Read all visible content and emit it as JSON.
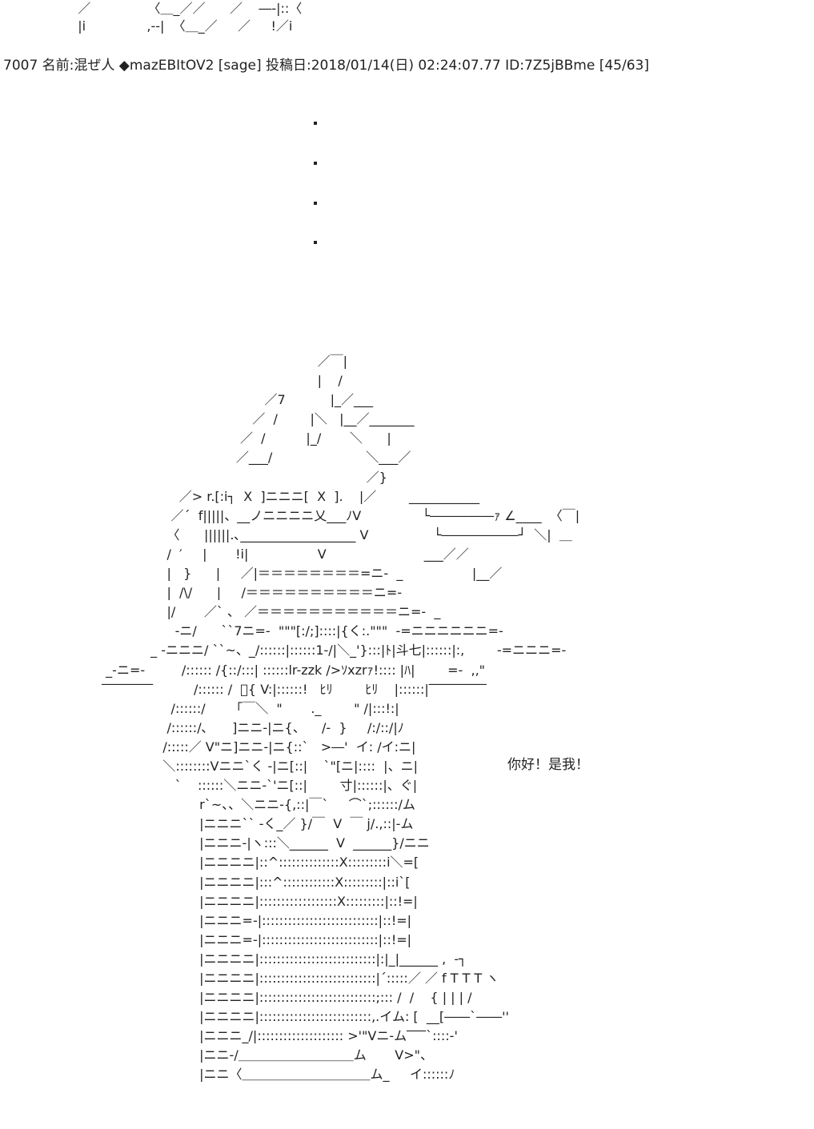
{
  "art_top": "   ／              〈＿_／／      ／    ―‐|::〈\n   |i               ,--|  〈＿_／     ／     !／i",
  "post_header": "7007 名前:混ぜ人 ◆mazEBItOV2 [sage] 投稿日:2018/01/14(日) 02:24:07.77 ID:7Z5jBBme [45/63]",
  "dots": [
    ".",
    ".",
    ".",
    "."
  ],
  "art_main": "                                                      ／￣|\n                                                      |    /\n                                         ／7           |_／___\n                                      ／  /        |＼   |__／_______\n                                   ／  /          |_/       ＼      |\n                                  ／___/                       ＼___／\n                                                                  ／}\n                    ／> r.[:i┐  X  ]ニニニ[  X  ].    |／        ___________\n                  ／´  f|||||、__ノニニニニ乂___ﾉV               └―――――ｧ ∠____  〈￣|\n                 〈      ||||||.､__________________ V                └――――――┘  ＼|  ＿\n                 /  ′     |       !i|                 V                        ___／／\n                 |   }      |     ／|＝＝＝＝＝＝＝＝=ニ-  _                 |__／\n                 |  /\\/      |     /＝＝＝＝＝＝＝＝＝＝ニ=-\n                 |/       ／` 、 ／＝＝＝＝＝＝＝＝＝＝＝ニ=-  _\n                   -ニ/      ``7ニ=-  \"\"\"[:/;]::::|{く:.\"\"\"  -=ニニニニニニ=-\n             _ -ニニニ/ ``~、_/::::::|::::::1-/|＼_'}:::|ﾄ|斗七|::::::|:,        -=ニニニ=-\n  _-ニ=-         /:::::: /{::/:::| ::::::lr-zzk />ｿxzrｧ!:::: |ﾊ|        =-  ,,\"\n ‾‾‾‾‾‾‾‾          /:::::: /  ﾞ{ V:|::::::!   ﾋﾘ        ﾋﾘ    |::::::|‾‾‾‾‾‾‾‾‾\n                  /::::::/      「￣＼  \"       ._        \" /|:::!:|\n                 /::::::/､      ]ニニ-|ニ{、    /-  }     /:/::/|ﾉ\n                /:::::／ V\"ニ]ニニ-|ニ{::`   >―'  イ: /イ:ニ|\n                ＼::::::::Vニニ`く -|ニ[::|    `\"[ニ|::::  |、ニ|\n                   `    ::::::＼ニニ-`'ニ[::|        寸|::::::|、ぐ|\n                         r`~、、＼ニニ-{,::|￣`     ⌒`;::::::/ム\n                         |ニニニ`` ‐く_／ }/￣  V  ￣ j/.,::|-ム\n                         |ニニニ-|ヽ:::＼______  V  ______}/ニニ\n                         |ニニニニ|::^::::::::::::::X:::::::::i＼=[\n                         |ニニニニ|:::^::::::::::::X:::::::::|::i`[\n                         |ニニニニ|::::::::::::::::::X:::::::::|::!=|\n                         |ニニニ=-|:::::::::::::::::::::::::::|::!=|\n                         |ニニニ=-|:::::::::::::::::::::::::::|::!=|\n                         |ニニニニ|:::::::::::::::::::::::::::|:|_|______ ,  ‐┐\n                         |ニニニニ|:::::::::::::::::::::::::::|´:::::／ ／ f T T T ヽ\n                         |ニニニニ|:::::::::::::::::::::::::::;::: /  /    { | | | /\n                         |ニニニニ|::::::::::::::::::::::::::,.イム: [  __[――`――''\n                         |ニニニ_/|:::::::::::::::::::: >'\"Vニ-ム‾‾‾`::::‐'\n                         |ニニ-/＿＿＿＿＿＿＿＿＿ム       V>\"、\n                         |ニニ〈＿＿＿＿＿＿＿＿＿＿ム_     イ::::::ﾉ",
  "speech_text": "你好！是我！"
}
